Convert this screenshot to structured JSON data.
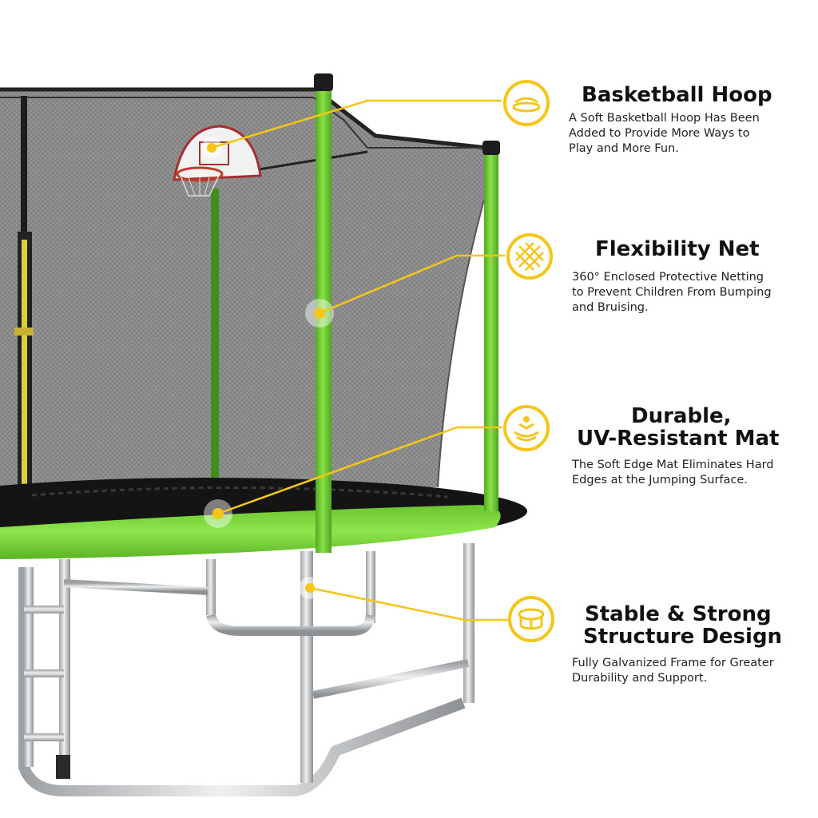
{
  "features": [
    {
      "title": "Basketball Hoop",
      "description": "A Soft Basketball Hoop Has Been\nAdded to Provide More Ways to\nPlay and More Fun.",
      "icon": "basketball-hoop-icon"
    },
    {
      "title": "Flexibility Net",
      "description": "360° Enclosed Protective Netting\nto Prevent Children From Bumping\nand Bruising.",
      "icon": "net-mesh-icon"
    },
    {
      "title_line1": "Durable,",
      "title_line2": "UV-Resistant Mat",
      "description": "The Soft Edge Mat Eliminates Hard\n Edges at the Jumping Surface.",
      "icon": "mat-bounce-icon"
    },
    {
      "title_line1": "Stable & Strong",
      "title_line2": "Structure Design",
      "description": "Fully Galvanized Frame for Greater\nDurability and Support.",
      "icon": "frame-structure-icon"
    }
  ],
  "colors": {
    "accent": "#f5c518",
    "pad_green": "#7bd63a",
    "pole_green": "#6ccf2a",
    "net": "#8a8a8a",
    "mat": "#141414",
    "frame": "#c4c6c8"
  }
}
